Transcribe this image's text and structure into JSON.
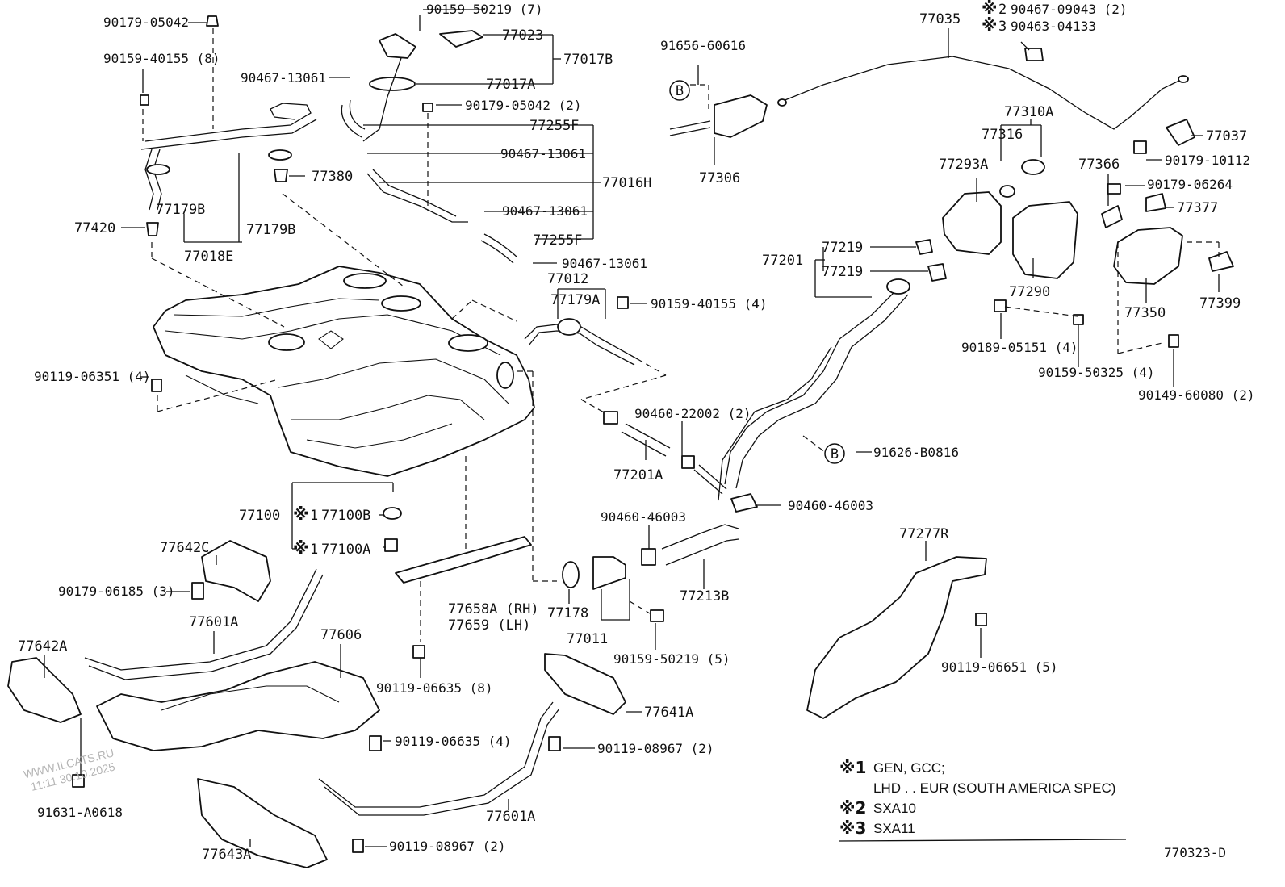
{
  "diagram": {
    "part_labels": {
      "p90179_05042": "90179-05042",
      "p90159_40155_8": "90159-40155 (8)",
      "p90159_50219_7": "90159-50219 (7)",
      "p77023": "77023",
      "p77017B": "77017B",
      "p90467_13061_a": "90467-13061",
      "p77017A": "77017A",
      "p90179_05042_2": "90179-05042 (2)",
      "p77255F_a": "77255F",
      "p90467_13061_b": "90467-13061",
      "p77380": "77380",
      "p77016H": "77016H",
      "p77179B_a": "77179B",
      "p77179B_b": "77179B",
      "p77018E": "77018E",
      "p77420": "77420",
      "p90467_13061_c": "90467-13061",
      "p77255F_b": "77255F",
      "p90467_13061_d": "90467-13061",
      "p77012": "77012",
      "p77179A": "77179A",
      "p90159_40155_4": "90159-40155 (4)",
      "p90119_06351_4": "90119-06351 (4)",
      "p91656_60616": "91656-60616",
      "p77306": "77306",
      "p77035": "77035",
      "p90467_09043_2": "90467-09043 (2)",
      "p90463_04133": "90463-04133",
      "p77310A": "77310A",
      "p77316": "77316",
      "p77037": "77037",
      "p90179_10112": "90179-10112",
      "p77293A": "77293A",
      "p77366": "77366",
      "p90179_06264": "90179-06264",
      "p77377": "77377",
      "p77219_a": "77219",
      "p77219_b": "77219",
      "p77201": "77201",
      "p77290": "77290",
      "p77350": "77350",
      "p77399": "77399",
      "p90189_05151_4": "90189-05151 (4)",
      "p90159_50325_4": "90159-50325 (4)",
      "p90149_60080_2": "90149-60080 (2)",
      "p90460_22002_2": "90460-22002 (2)",
      "p91626_B0816": "91626-B0816",
      "p77201A": "77201A",
      "p90460_46003_a": "90460-46003",
      "p90460_46003_b": "90460-46003",
      "p77100": "77100",
      "p77100B": "77100B",
      "p77100A": "77100A",
      "p77642C": "77642C",
      "p90179_06185_3": "90179-06185 (3)",
      "p77601A_a": "77601A",
      "p77658A": "77658A (RH)",
      "p77659": "77659   (LH)",
      "p77178": "77178",
      "p77011": "77011",
      "p77213B": "77213B",
      "p90159_50219_5": "90159-50219 (5)",
      "p77277R": "77277R",
      "p90119_06651_5": "90119-06651 (5)",
      "p77642A": "77642A",
      "p77606": "77606",
      "p90119_06635_8": "90119-06635 (8)",
      "p77641A": "77641A",
      "p90119_06635_4": "90119-06635 (4)",
      "p90119_08967_2a": "90119-08967 (2)",
      "p91631_A0618": "91631-A0618",
      "p77601A_b": "77601A",
      "p77643A": "77643A",
      "p90119_08967_2b": "90119-08967 (2)",
      "diagram_code": "770323-D"
    },
    "markers": {
      "ref_b": "B",
      "note_mark": "※",
      "n1": "1",
      "n2": "2",
      "n3": "3"
    },
    "legend": {
      "mark1": "※1",
      "mark2": "※2",
      "mark3": "※3",
      "note1_line1": "GEN, GCC;",
      "note1_line2": "LHD . . EUR (SOUTH AMERICA SPEC)",
      "note2": "SXA10",
      "note3": "SXA11"
    },
    "watermark": {
      "line1": "WWW.ILCATS.RU",
      "line2": "11:11 30.10.2025"
    }
  }
}
